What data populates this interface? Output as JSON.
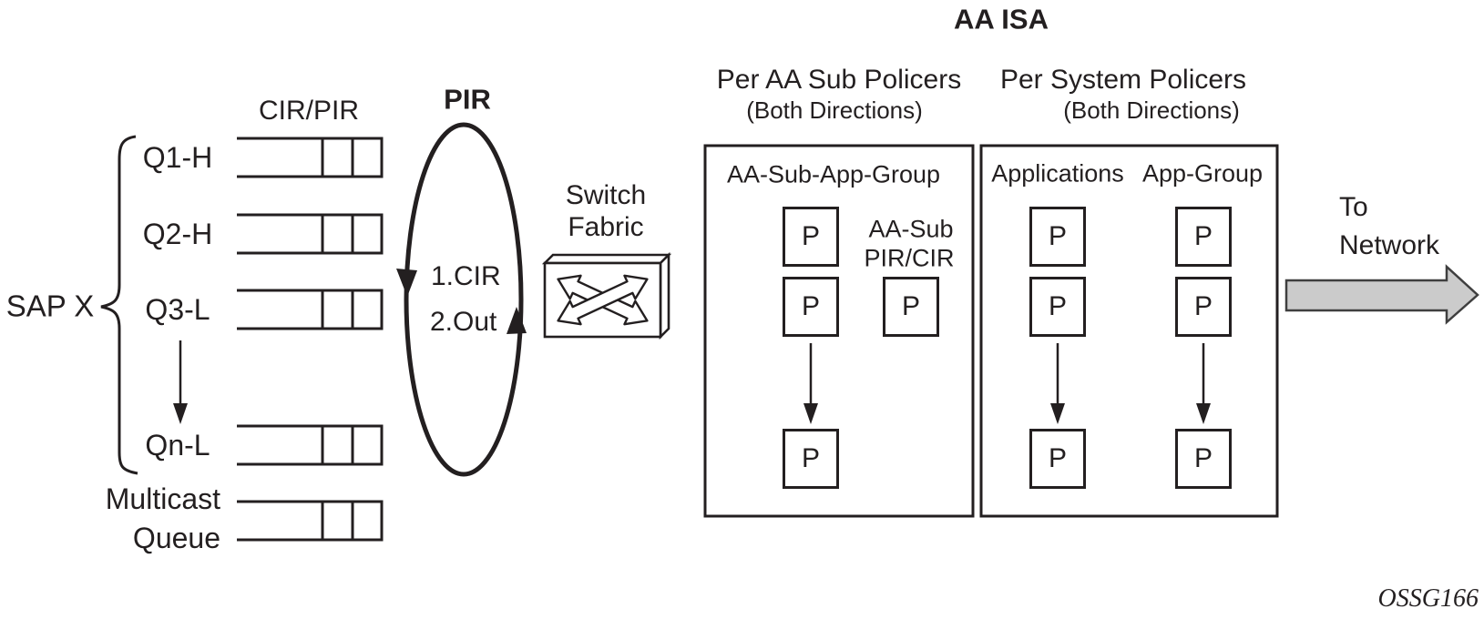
{
  "labels": {
    "p": "P"
  },
  "sap": {
    "label": "SAP X",
    "cir_pir": "CIR/PIR",
    "queues": [
      {
        "label": "Q1-H"
      },
      {
        "label": "Q2-H"
      },
      {
        "label": "Q3-L"
      },
      {
        "label": "Qn-L"
      }
    ],
    "multicast_line1": "Multicast",
    "multicast_line2": "Queue"
  },
  "pir_loop": {
    "title": "PIR",
    "step1": "1.CIR",
    "step2": "2.Out"
  },
  "switch_fabric": {
    "line1": "Switch",
    "line2": "Fabric"
  },
  "aa_isa": {
    "title": "AA ISA",
    "sub_policers": {
      "header": "Per AA Sub Policers",
      "subheader": "(Both Directions)",
      "group_title": "AA-Sub-App-Group",
      "side_line1": "AA-Sub",
      "side_line2": "PIR/CIR"
    },
    "system_policers": {
      "header": "Per System Policers",
      "subheader": "(Both Directions)",
      "col1": "Applications",
      "col2": "App-Group"
    }
  },
  "output": {
    "line1": "To",
    "line2": "Network"
  },
  "footer": {
    "code": "OSSG166"
  }
}
